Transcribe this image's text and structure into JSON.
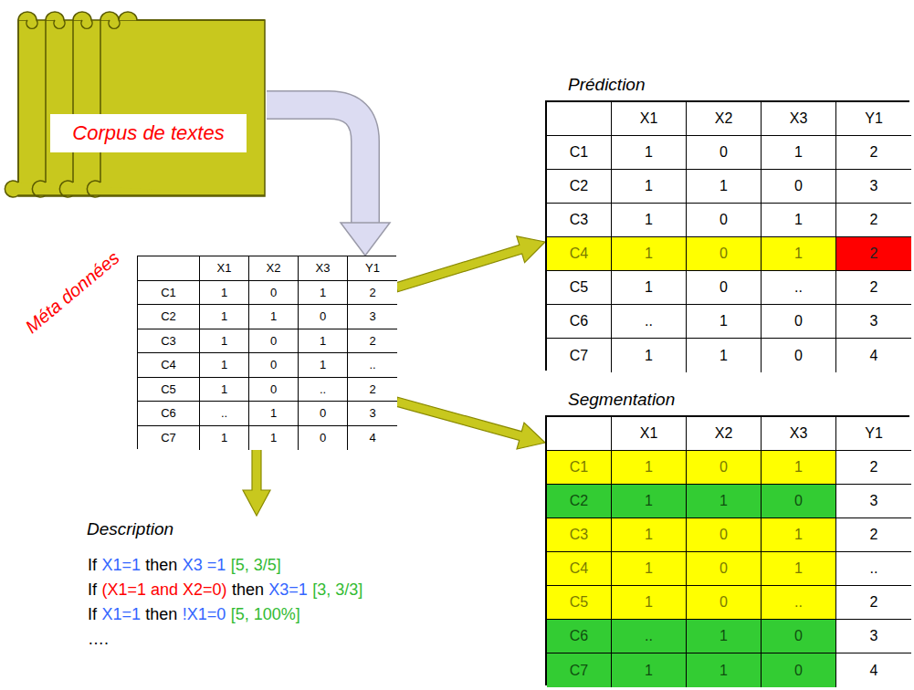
{
  "diagram": {
    "nodes": [
      {
        "text": [
          "Corpus de textes"
        ]
      },
      {
        "text": [
          "Méta données"
        ]
      },
      {
        "text": [
          "Prédiction"
        ]
      },
      {
        "text": [
          "Segmentation"
        ]
      },
      {
        "text": [
          "Description"
        ]
      }
    ],
    "edges": [
      {
        "from": 0,
        "to": 1,
        "arrow": "to"
      },
      {
        "from": 1,
        "to": 2,
        "arrow": "to"
      },
      {
        "from": 1,
        "to": 3,
        "arrow": "to"
      },
      {
        "from": 1,
        "to": 4,
        "arrow": "to"
      }
    ],
    "labels": [
      "X1",
      "X2",
      "X3",
      "Y1",
      "C1",
      "1",
      "0",
      "1",
      "2",
      "C2",
      "1",
      "1",
      "0",
      "3",
      "C3",
      "1",
      "0",
      "1",
      "2",
      "C4",
      "1",
      "0",
      "1",
      "..",
      "C5",
      "1",
      "0",
      "..",
      "2",
      "C6",
      "..",
      "1",
      "0",
      "3",
      "C7",
      "1",
      "1",
      "0",
      "4",
      "X1",
      "X2",
      "X3",
      "Y1",
      "C1",
      "1",
      "0",
      "1",
      "2",
      "C2",
      "1",
      "1",
      "0",
      "3",
      "C3",
      "1",
      "0",
      "1",
      "2",
      "C4",
      "1",
      "0",
      "1",
      "2",
      "C5",
      "1",
      "0",
      "..",
      "2",
      "C6",
      "..",
      "1",
      "0",
      "3",
      "C7",
      "1",
      "1",
      "0",
      "4",
      "X1",
      "X2",
      "X3",
      "Y1",
      "C1",
      "1",
      "0",
      "1",
      "2",
      "C2",
      "1",
      "1",
      "0",
      "3",
      "C3",
      "1",
      "0",
      "1",
      "2",
      "C4",
      "1",
      "0",
      "1",
      "..",
      "C5",
      "1",
      "0",
      "..",
      "2",
      "C6",
      "..",
      "1",
      "0",
      "3",
      "C7",
      "1",
      "1",
      "0",
      "4",
      "If",
      "X1=1",
      "then",
      "X3 =1",
      "[5, 3/5]",
      "If",
      "(X1=1 and X2=0)",
      "then",
      "X3=1",
      "[3, 3/3]",
      "If",
      "X1=1",
      "then",
      "!X1=0",
      "[5, 100%]",
      "…."
    ]
  }
}
